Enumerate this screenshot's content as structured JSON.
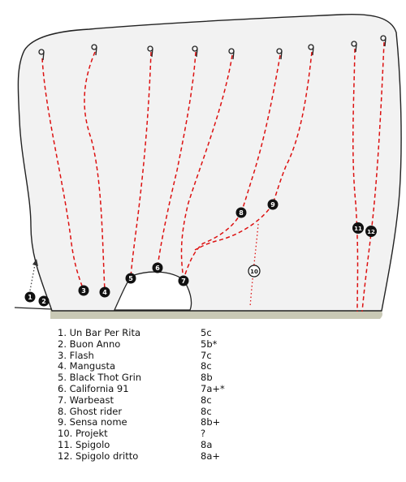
{
  "routes": [
    {
      "number": "1",
      "name": "Un Bar Per Rita",
      "grade": "5c"
    },
    {
      "number": "2",
      "name": "Buon Anno",
      "grade": "5b*"
    },
    {
      "number": "3",
      "name": "Flash",
      "grade": "7c"
    },
    {
      "number": "4",
      "name": "Mangusta",
      "grade": "8c"
    },
    {
      "number": "5",
      "name": "Black Thot Grin",
      "grade": "8b"
    },
    {
      "number": "6",
      "name": "California 91",
      "grade": "7a+*"
    },
    {
      "number": "7",
      "name": "Warbeast",
      "grade": "8c"
    },
    {
      "number": "8",
      "name": "Ghost rider",
      "grade": "8c"
    },
    {
      "number": "9",
      "name": "Sensa nome",
      "grade": "8b+"
    },
    {
      "number": "10",
      "name": "Projekt",
      "grade": "?"
    },
    {
      "number": "11",
      "name": "Spigolo",
      "grade": "8a"
    },
    {
      "number": "12",
      "name": "Spigolo dritto",
      "grade": "8a+"
    }
  ],
  "colors": {
    "route_line": "#dd1111",
    "marker_fill": "#111111",
    "marker_fill_light": "#ffffff",
    "rock_fill": "#f2f2f2",
    "ground_fill": "#c9c9b5"
  },
  "icons": [
    "anchor-icon",
    "boulder-outline",
    "approach-arrow-icon"
  ]
}
